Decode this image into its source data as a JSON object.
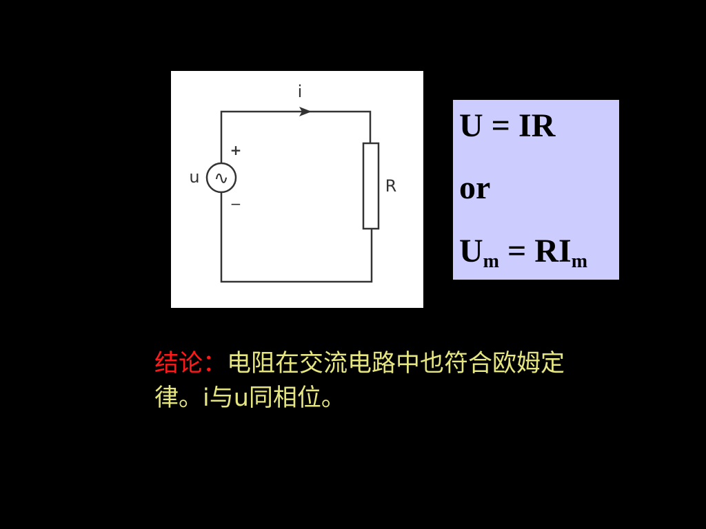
{
  "circuit": {
    "current_label": "i",
    "source_label": "u",
    "plus_label": "+",
    "minus_label": "−",
    "source_symbol": "∿",
    "resistor_label": "R"
  },
  "formula": {
    "line1": "U = IR",
    "line2": "or",
    "line3_u": "U",
    "line3_sub1": "m",
    "line3_eq": " = RI",
    "line3_sub2": "m"
  },
  "conclusion": {
    "label": "结论：",
    "text": "电阻在交流电路中也符合欧姆定律。i与u同相位。"
  },
  "colors": {
    "background": "#000000",
    "formula_box": "#ccccff",
    "conclusion_label": "#ff1a1a",
    "conclusion_text": "#e6e680"
  }
}
